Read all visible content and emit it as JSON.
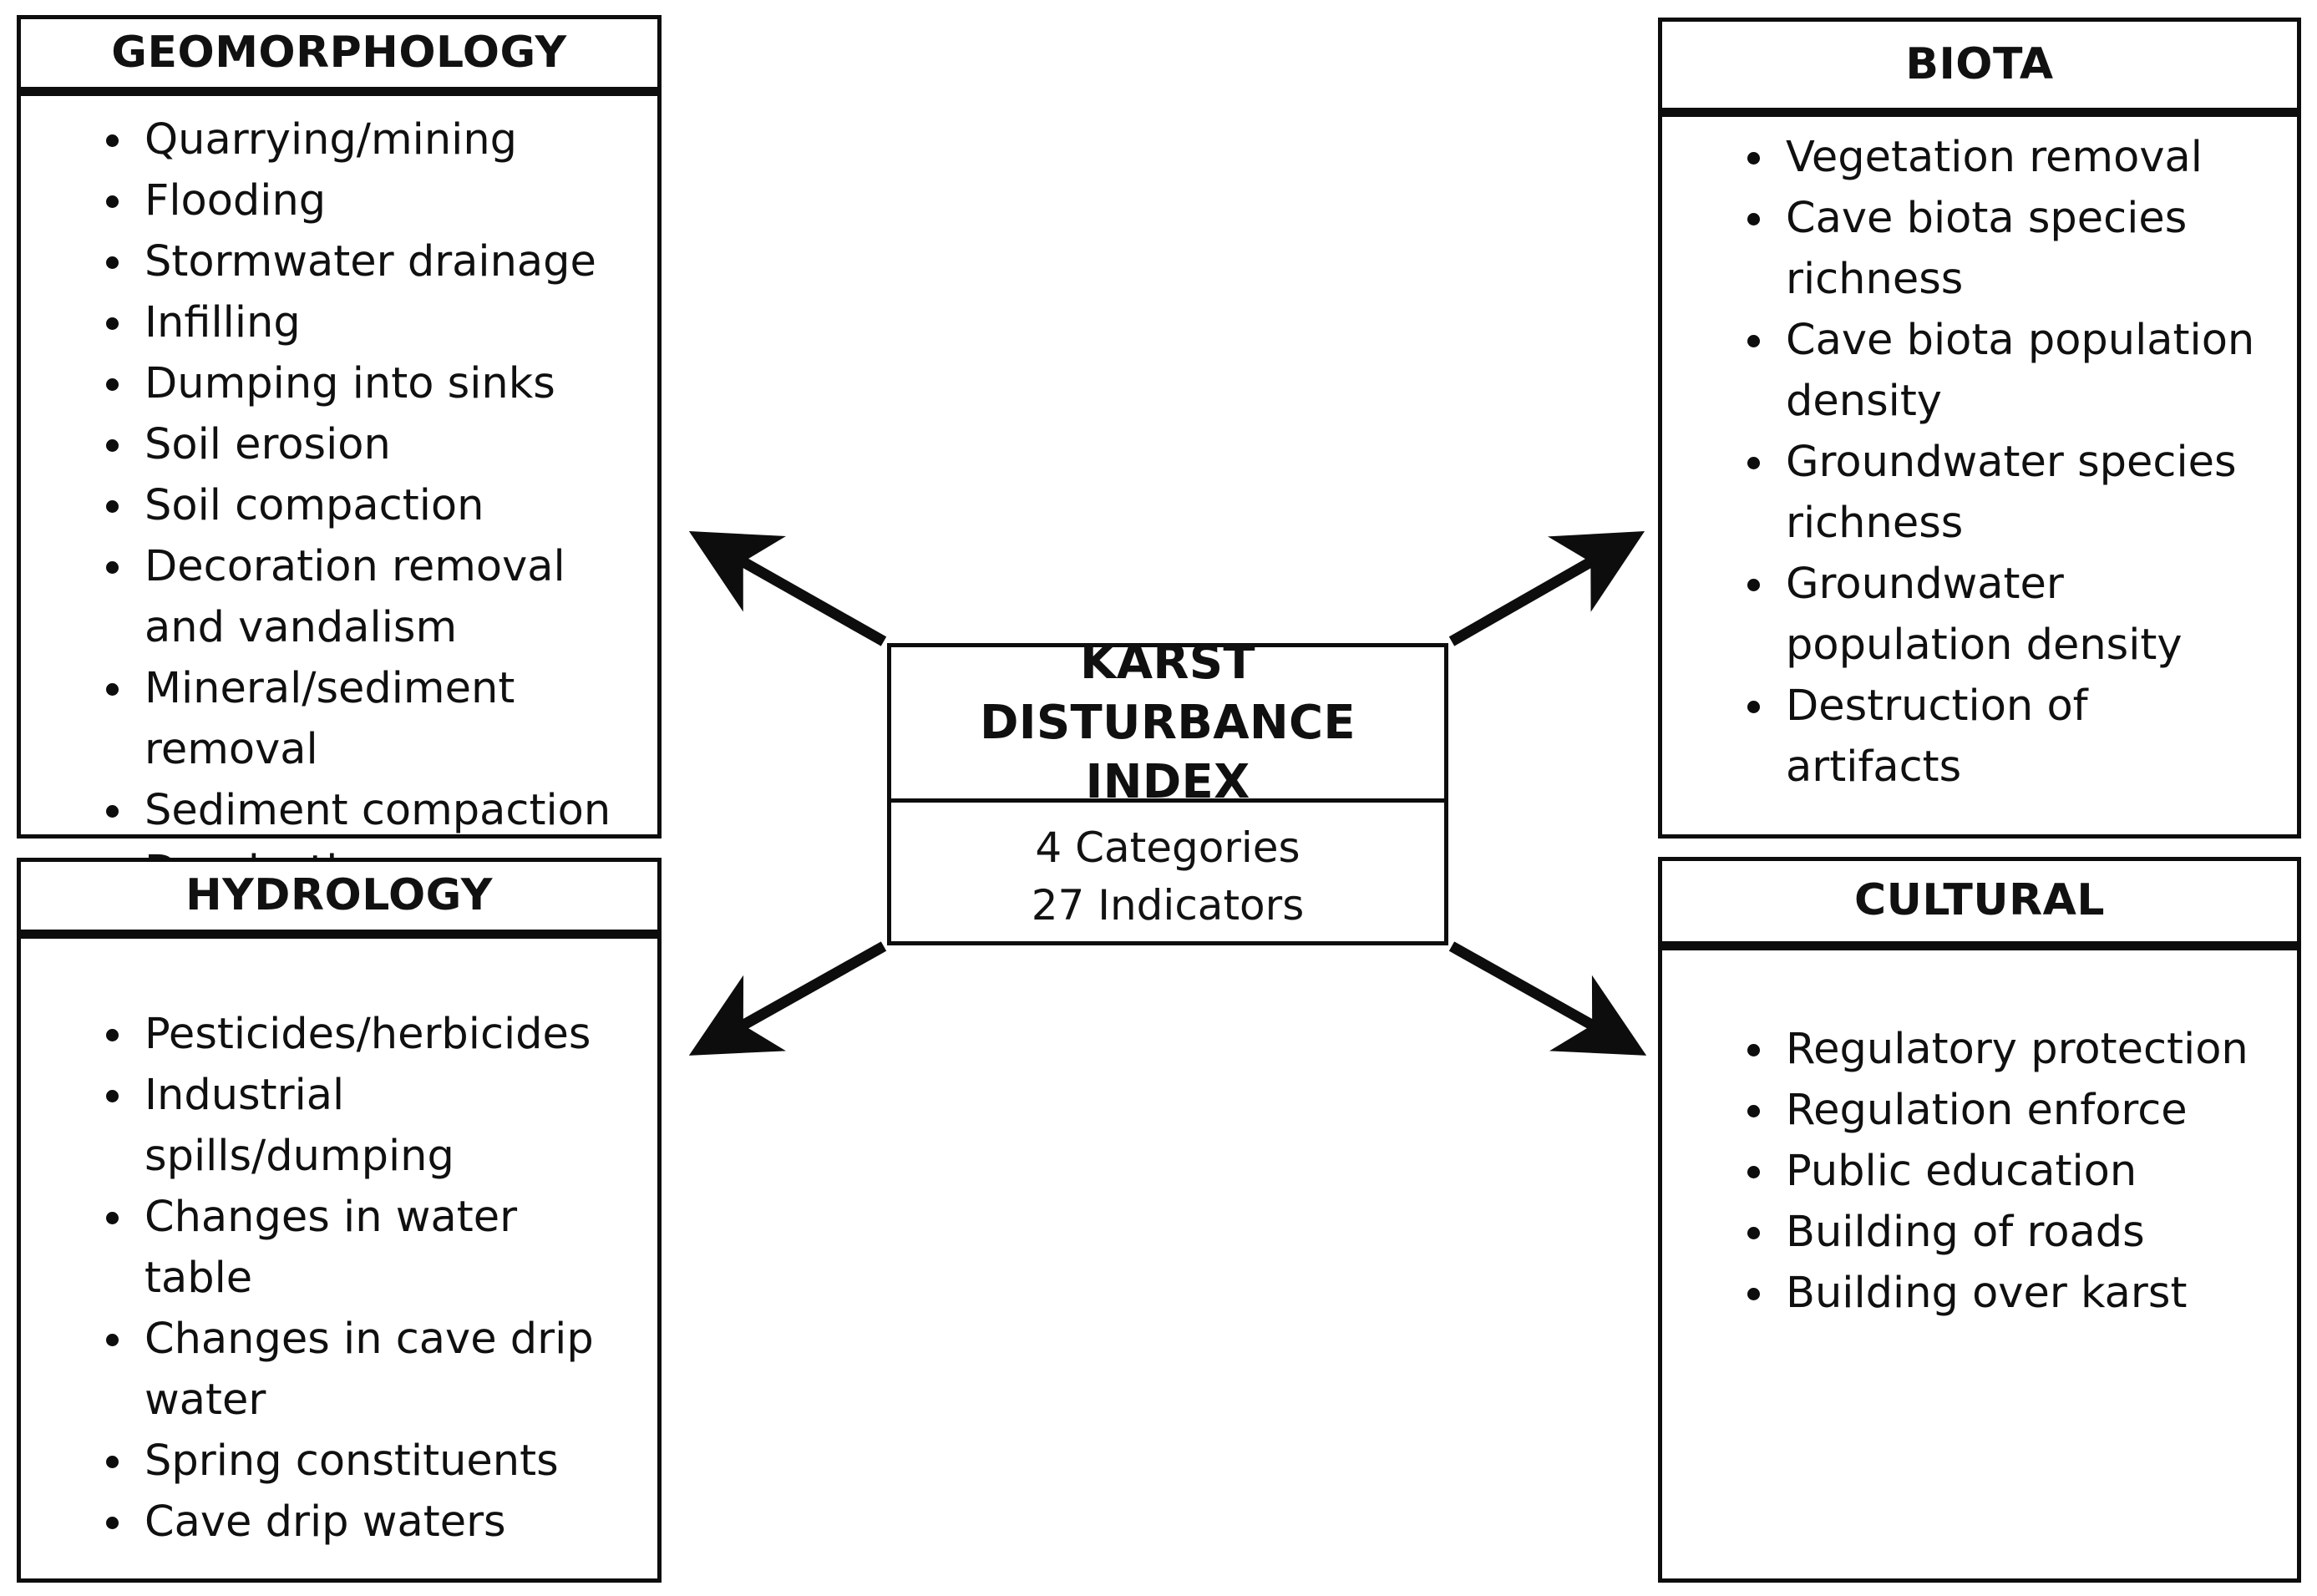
{
  "diagram": {
    "center": {
      "title": "KARST DISTURBANCE INDEX",
      "categories_count": "4 Categories",
      "indicators_count": "27 Indicators"
    },
    "panels": [
      {
        "key": "geomorphology",
        "title": "GEOMORPHOLOGY",
        "items": [
          "Quarrying/mining",
          "Flooding",
          "Stormwater drainage",
          "Infilling",
          "Dumping into sinks",
          "Soil erosion",
          "Soil compaction",
          "Decoration removal and vandalism",
          "Mineral/sediment removal",
          "Sediment compaction",
          "Dessication"
        ]
      },
      {
        "key": "hydrology",
        "title": "HYDROLOGY",
        "items": [
          "Pesticides/herbicides",
          "Industrial spills/dumping",
          "Changes in water table",
          "Changes in cave drip water",
          "Spring constituents",
          "Cave drip waters"
        ]
      },
      {
        "key": "biota",
        "title": "BIOTA",
        "items": [
          "Vegetation removal",
          "Cave biota species richness",
          "Cave biota population density",
          "Groundwater species richness",
          "Groundwater population density",
          "Destruction of artifacts"
        ]
      },
      {
        "key": "cultural",
        "title": "CULTURAL",
        "items": [
          "Regulatory protection",
          "Regulation enforce",
          "Public education",
          "Building of roads",
          "Building over karst"
        ]
      }
    ],
    "arrows": [
      {
        "name": "arrow-center-to-geomorphology",
        "direction": "up-left"
      },
      {
        "name": "arrow-center-to-biota",
        "direction": "up-right"
      },
      {
        "name": "arrow-center-to-hydrology",
        "direction": "down-left"
      },
      {
        "name": "arrow-center-to-cultural",
        "direction": "down-right"
      }
    ],
    "colors": {
      "line": "#0d0d0d",
      "text": "#101010",
      "background": "#ffffff"
    }
  }
}
